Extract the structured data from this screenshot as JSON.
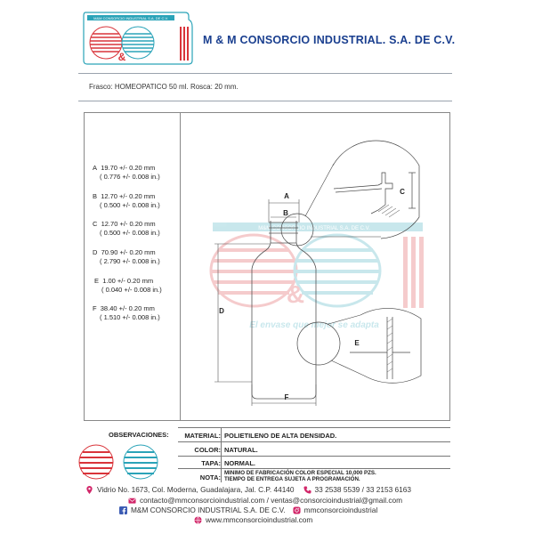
{
  "header": {
    "company_name": "M & M  CONSORCIO INDUSTRIAL. S.A. DE C.V.",
    "logo_banner": "M&M CONSORCIO INDUSTRIAL S.A. DE C.V."
  },
  "subtitle": "Frasco: HOMEOPATICO 50 ml. Rosca: 20 mm.",
  "dimensions": [
    {
      "label": "A",
      "metric": "19.70 +/- 0.20 mm",
      "imperial": "( 0.776 +/- 0.008 in.)"
    },
    {
      "label": "B",
      "metric": "12.70 +/- 0.20 mm",
      "imperial": "( 0.500 +/- 0.008 in.)"
    },
    {
      "label": "C",
      "metric": "12.70 +/- 0.20 mm",
      "imperial": "( 0.500 +/- 0.008 in.)"
    },
    {
      "label": "D",
      "metric": "70.90 +/- 0.20 mm",
      "imperial": "( 2.790 +/- 0.008 in.)"
    },
    {
      "label": "E",
      "metric": "1.00 +/- 0.20 mm",
      "imperial": "( 0.040 +/- 0.008 in.)"
    },
    {
      "label": "F",
      "metric": "38.40 +/- 0.20 mm",
      "imperial": "( 1.510 +/- 0.008 in.)"
    }
  ],
  "drawing": {
    "labels": {
      "a": "A",
      "b": "B",
      "c": "C",
      "d": "D",
      "e": "E",
      "f": "F"
    },
    "watermark_slogan": "El envase que mejor se adapta",
    "watermark_banner": "M&M CONSORCIO INDUSTRIAL S.A. DE C.V."
  },
  "observations": {
    "title": "OBSERVACIONES:",
    "rows": [
      {
        "key": "MATERIAL:",
        "value": "POLIETILENO DE ALTA DENSIDAD."
      },
      {
        "key": "COLOR:",
        "value": "NATURAL."
      },
      {
        "key": "TAPA:",
        "value": "NORMAL."
      },
      {
        "key": "NOTA:",
        "value_line1": "MINIMO DE FABRICACIÓN COLOR ESPECIAL 10,000 PZS.",
        "value_line2": "TIEMPO DE ENTREGA SUJETA A PROGRAMACIÓN."
      }
    ]
  },
  "contact": {
    "address": "Vidrio No. 1673, Col. Moderna, Guadalajara, Jal. C.P. 44140",
    "phones": "33 2538 5539 / 33 2153 6163",
    "emails": "contacto@mmconsorcioindustrial.com / ventas@consorcioindustrial@gmail.com",
    "facebook": "M&M CONSORCIO INDUSTRIAL S.A. DE C.V.",
    "instagram": "mmconsorcioindustrial",
    "website": "www.mmconsorcioindustrial.com"
  },
  "colors": {
    "brand_blue": "#1a3f8f",
    "logo_red": "#d9343a",
    "logo_teal": "#2aa3b8",
    "contact_pink": "#d2276a"
  }
}
